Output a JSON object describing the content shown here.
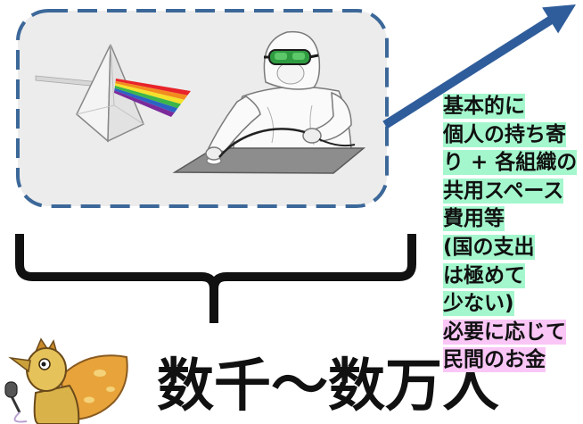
{
  "headline": "数千〜数万人",
  "notes": {
    "public": [
      "基本的に",
      "個人の持ち寄",
      "り + 各組織の",
      "共用スペース",
      "費用等",
      "(国の支出",
      "は極めて",
      "少ない)"
    ],
    "private": [
      "必要に応じて",
      "民間のお金"
    ]
  },
  "illustrations": {
    "panel": [
      "prism-icon",
      "cleanroom-worker-icon"
    ],
    "corner": "mascot-icon"
  },
  "colors": {
    "accent_blue": "#2f5d9b",
    "panel_border": "#3c6899",
    "panel_fill": "#ececec",
    "highlight_green": "#a4f7cd",
    "highlight_pink": "#f9c6f6",
    "text": "#111111"
  }
}
